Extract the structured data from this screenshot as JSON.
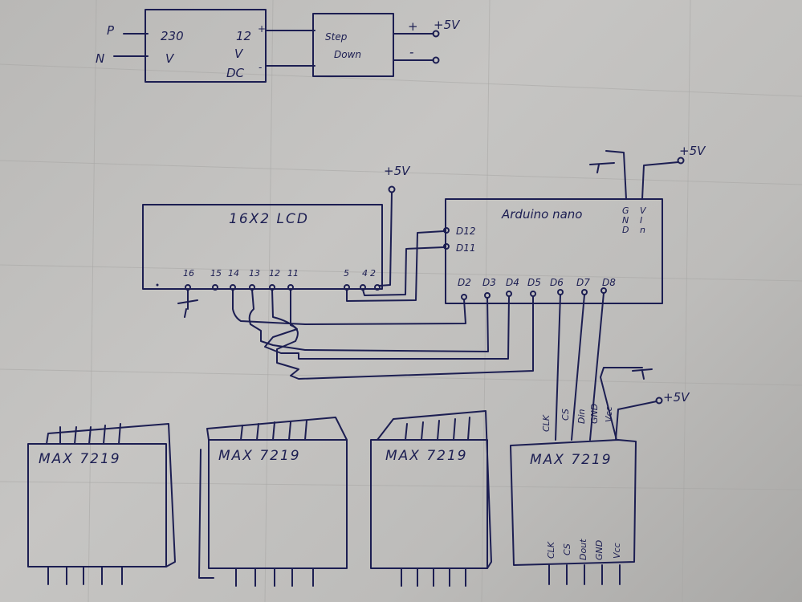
{
  "power": {
    "phase": "P",
    "neutral": "N",
    "adapter_in_1": "230",
    "adapter_in_2": "V",
    "adapter_out_1": "12",
    "adapter_out_2": "V",
    "adapter_out_3": "DC",
    "adapter_plus": "+",
    "adapter_minus": "-",
    "stepdown_1": "Step",
    "stepdown_2": "Down",
    "out_plus": "+",
    "out_minus": "-",
    "out_label": "+5V"
  },
  "lcd": {
    "title": "16X2 LCD",
    "pins": [
      "16",
      "15",
      "14",
      "13",
      "12",
      "11",
      "5",
      "4",
      "2"
    ],
    "vcc_label": "+5V"
  },
  "arduino": {
    "title": "Arduino nano",
    "left_pins": [
      "D12",
      "D11"
    ],
    "bottom_pins": [
      "D2",
      "D3",
      "D4",
      "D5",
      "D6",
      "D7",
      "D8"
    ],
    "top_pins": [
      [
        "G",
        "N",
        "D"
      ],
      [
        "V",
        "I",
        "n"
      ]
    ],
    "vin_label": "+5V"
  },
  "max": {
    "title": "MAX 7219",
    "top_pins": [
      "CLK",
      "CS",
      "Din",
      "GND",
      "Vcc"
    ],
    "bottom_pins": [
      "CLK",
      "CS",
      "Dout",
      "GND",
      "Vcc"
    ],
    "vcc_label": "+5V"
  }
}
